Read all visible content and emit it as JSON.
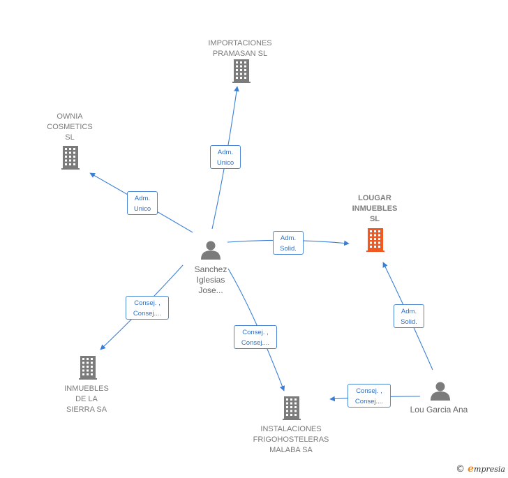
{
  "nodes": {
    "importaciones": {
      "label_lines": [
        "IMPORTACIONES",
        "PRAMASAN  SL"
      ],
      "type": "company"
    },
    "ownia": {
      "label_lines": [
        "OWNIA",
        "COSMETICS",
        "SL"
      ],
      "type": "company"
    },
    "lougar": {
      "label_lines": [
        "LOUGAR",
        "INMUEBLES",
        "SL"
      ],
      "type": "company-focus"
    },
    "sanchez": {
      "label_lines": [
        "Sanchez",
        "Iglesias",
        "Jose..."
      ],
      "type": "person"
    },
    "inmuebles_sierra": {
      "label_lines": [
        "INMUEBLES",
        "DE LA",
        "SIERRA SA"
      ],
      "type": "company"
    },
    "instalaciones": {
      "label_lines": [
        "INSTALACIONES",
        "FRIGOHOSTELERAS",
        "MALABA SA"
      ],
      "type": "company"
    },
    "lou": {
      "label_lines": [
        "Lou Garcia Ana"
      ],
      "type": "person"
    }
  },
  "edges": [
    {
      "id": "e1",
      "from": "sanchez",
      "to": "importaciones",
      "label_lines": [
        "Adm.",
        "Unico"
      ]
    },
    {
      "id": "e2",
      "from": "sanchez",
      "to": "ownia",
      "label_lines": [
        "Adm.",
        "Unico"
      ]
    },
    {
      "id": "e3",
      "from": "sanchez",
      "to": "lougar",
      "label_lines": [
        "Adm.",
        "Solid."
      ]
    },
    {
      "id": "e4",
      "from": "sanchez",
      "to": "inmuebles_sierra",
      "label_lines": [
        "Consej. ,",
        "Consej...."
      ]
    },
    {
      "id": "e5",
      "from": "sanchez",
      "to": "instalaciones",
      "label_lines": [
        "Consej. ,",
        "Consej...."
      ]
    },
    {
      "id": "e6",
      "from": "lou",
      "to": "lougar",
      "label_lines": [
        "Adm.",
        "Solid."
      ]
    },
    {
      "id": "e7",
      "from": "lou",
      "to": "instalaciones",
      "label_lines": [
        "Consej. ,",
        "Consej...."
      ]
    }
  ],
  "colors": {
    "edge": "#3a7fd5",
    "company_icon": "#7b7b7b",
    "focus_icon": "#f05a22",
    "person_icon": "#7b7b7b"
  },
  "footer": {
    "copyright_symbol": "©",
    "brand_e": "e",
    "brand_rest": "mpresia"
  }
}
